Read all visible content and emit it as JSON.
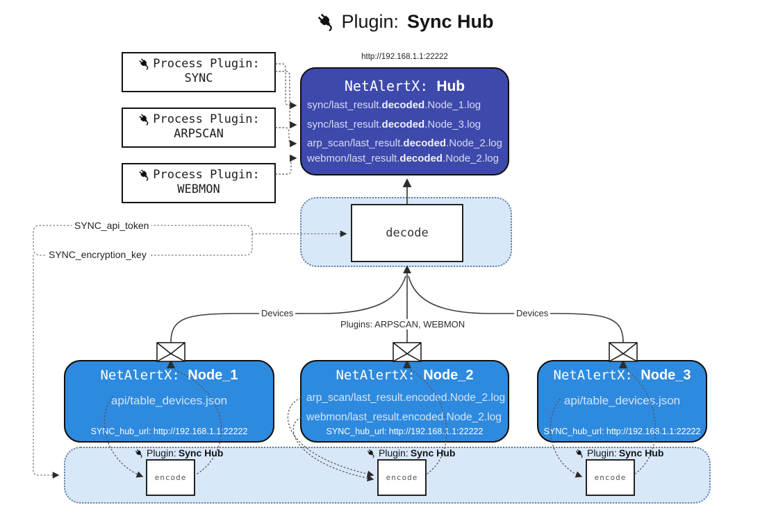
{
  "title": {
    "icon": "plug-icon",
    "prefix": "Plugin:",
    "name": "Sync Hub"
  },
  "process_plugins": [
    {
      "label": "Process Plugin:",
      "name": "SYNC"
    },
    {
      "label": "Process Plugin:",
      "name": "ARPSCAN"
    },
    {
      "label": "Process Plugin:",
      "name": "WEBMON"
    }
  ],
  "hub": {
    "url": "http://192.168.1.1:22222",
    "title_prefix": "NetAlertX:",
    "title_name": "Hub",
    "files": [
      {
        "pre": "sync/last_result.",
        "bold": "decoded",
        "post": ".Node_1.log"
      },
      {
        "pre": "sync/last_result.",
        "bold": "decoded",
        "post": ".Node_3.log"
      },
      {
        "pre": "arp_scan/last_result.",
        "bold": "decoded",
        "post": ".Node_2.log"
      },
      {
        "pre": "webmon/last_result.",
        "bold": "decoded",
        "post": ".Node_2.log"
      }
    ]
  },
  "decode_label": "decode",
  "tokens": {
    "api_token": "SYNC_api_token",
    "encryption_key": "SYNC_encryption_key"
  },
  "edge_labels": {
    "devices_left": "Devices",
    "plugins_center": "Plugins: ARPSCAN, WEBMON",
    "devices_right": "Devices"
  },
  "nodes": [
    {
      "title_prefix": "NetAlertX:",
      "title_name": "Node_1",
      "files": [
        "api/table_devices.json"
      ],
      "hub_url": "SYNC_hub_url: http://192.168.1.1:22222"
    },
    {
      "title_prefix": "NetAlertX:",
      "title_name": "Node_2",
      "files": [
        "arp_scan/last_result.encoded.Node_2.log",
        "webmon/last_result.encoded.Node_2.log"
      ],
      "hub_url": "SYNC_hub_url: http://192.168.1.1:22222"
    },
    {
      "title_prefix": "NetAlertX:",
      "title_name": "Node_3",
      "files": [
        "api/table_devices.json"
      ],
      "hub_url": "SYNC_hub_url: http://192.168.1.1:22222"
    }
  ],
  "encoders": [
    {
      "plugin_prefix": "Plugin:",
      "plugin_name": "Sync Hub",
      "label": "encode"
    },
    {
      "plugin_prefix": "Plugin:",
      "plugin_name": "Sync Hub",
      "label": "encode"
    },
    {
      "plugin_prefix": "Plugin:",
      "plugin_name": "Sync Hub",
      "label": "encode"
    }
  ],
  "colors": {
    "hub_bg": "#3e49ac",
    "node_bg": "#2e8ade",
    "panel_bg": "#d9e8f8",
    "panel_border": "#5b7da3",
    "hub_text": "#d7dbf0",
    "node_text": "#d3e5f8"
  }
}
